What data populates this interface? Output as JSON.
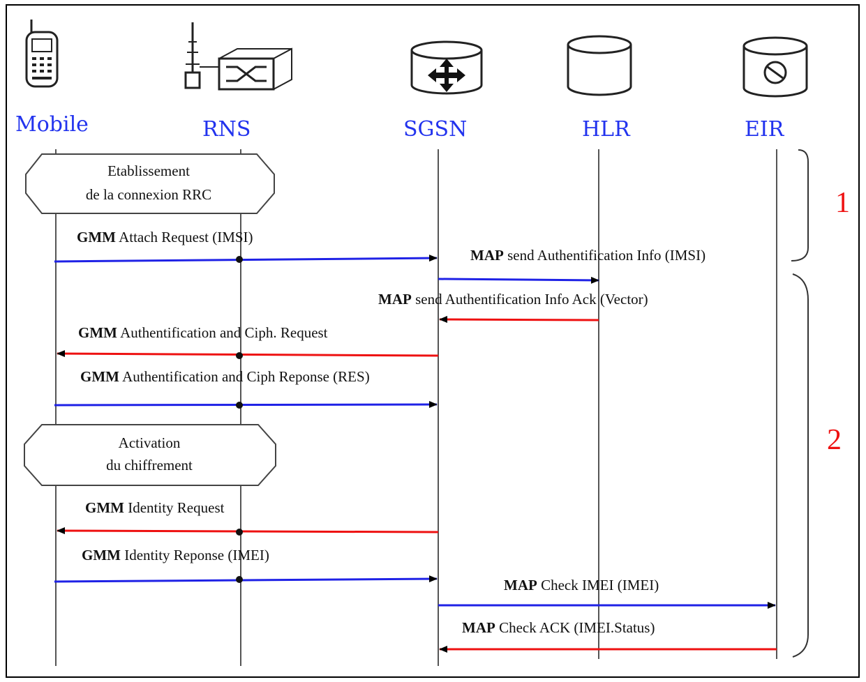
{
  "entities": [
    {
      "id": "mobile",
      "label": "Mobile",
      "icon": "mobile-phone-icon"
    },
    {
      "id": "rns",
      "label": "RNS",
      "icon": "rns-antenna-switch-icon"
    },
    {
      "id": "sgsn",
      "label": "SGSN",
      "icon": "sgsn-router-cylinder-icon"
    },
    {
      "id": "hlr",
      "label": "HLR",
      "icon": "hlr-database-cylinder-icon"
    },
    {
      "id": "eir",
      "label": "EIR",
      "icon": "eir-database-cylinder-icon"
    }
  ],
  "boxes": [
    {
      "line1": "Etablissement",
      "line2": "de la  connexion RRC"
    },
    {
      "line1": "Activation",
      "line2": "du chiffrement"
    }
  ],
  "messages": [
    {
      "bold": "GMM",
      "text": " Attach Request (IMSI)",
      "color": "#1f22e6",
      "from": "Mobile",
      "to": "SGSN"
    },
    {
      "bold": "MAP",
      "text": " send Authentification Info (IMSI)",
      "color": "#1f22e6",
      "from": "SGSN",
      "to": "HLR"
    },
    {
      "bold": "MAP",
      "text": " send Authentification Info Ack (Vector)",
      "color": "#ee1111",
      "from": "HLR",
      "to": "SGSN"
    },
    {
      "bold": "GMM",
      "text": " Authentification and Ciph. Request",
      "color": "#ee1111",
      "from": "SGSN",
      "to": "Mobile"
    },
    {
      "bold": "GMM",
      "text": " Authentification and Ciph Reponse (RES)",
      "color": "#1f22e6",
      "from": "Mobile",
      "to": "SGSN"
    },
    {
      "bold": "GMM",
      "text": " Identity Request",
      "color": "#ee1111",
      "from": "SGSN",
      "to": "Mobile"
    },
    {
      "bold": "GMM",
      "text": " Identity Reponse (IMEI)",
      "color": "#1f22e6",
      "from": "Mobile",
      "to": "SGSN"
    },
    {
      "bold": "MAP",
      "text": " Check IMEI (IMEI)",
      "color": "#1f22e6",
      "from": "SGSN",
      "to": "EIR"
    },
    {
      "bold": "MAP",
      "text": " Check ACK (IMEI.Status)",
      "color": "#ee1111",
      "from": "EIR",
      "to": "SGSN"
    }
  ],
  "phases": [
    {
      "label": "1"
    },
    {
      "label": "2"
    }
  ],
  "colors": {
    "request": "#1f22e6",
    "response": "#ee1111",
    "entity_label": "#2233ee",
    "phase": "#ee1111"
  }
}
